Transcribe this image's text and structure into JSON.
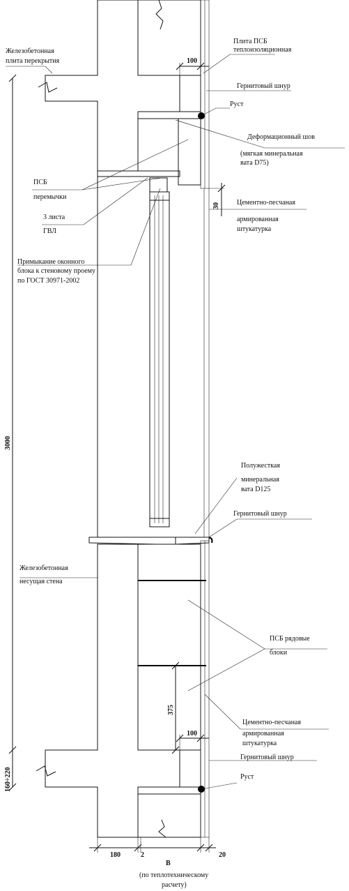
{
  "labels": {
    "rc_slab": [
      "Железобетонная",
      "плита перекрытия"
    ],
    "psb_insul": [
      "Плита ПСБ",
      "теплоизоляционная"
    ],
    "granite_cord_top": "Гернитовый шнур",
    "rust_top": "Руст",
    "deform_joint": [
      "Деформационный шов",
      "(мягкая минеральная",
      "вата D75)"
    ],
    "psb_lintel": [
      "ПСБ",
      "перемычки"
    ],
    "gvl": [
      "3 листа",
      "ГВЛ"
    ],
    "plaster_top": [
      "Цементно-песчаная",
      "армированная",
      "штукатурка"
    ],
    "window_junction": [
      "Примыкание оконного",
      "блока к стеновому проему",
      "по ГОСТ 30971-2002"
    ],
    "semi_rigid": [
      "Полужесткая",
      "минеральная",
      "вата D125"
    ],
    "granite_cord_mid": "Гернитовый шнур",
    "rc_wall": [
      "Железобетонная",
      "несущая стена"
    ],
    "psb_blocks": [
      "ПСБ рядовые",
      "блоки"
    ],
    "plaster_bottom": [
      "Цементно-песчаная",
      "армированная",
      "штукатурка"
    ],
    "granite_cord_bot": "Гернитовый шнур",
    "rust_bot": "Руст"
  },
  "dims": {
    "top_100": "100",
    "d30": "30",
    "h3000": "3000",
    "d375": "375",
    "bot_100": "100",
    "d160": "160÷220",
    "d180": "180",
    "d2": "2",
    "dB": "В",
    "d20": "20",
    "calc_note": [
      "(по теплотехническому",
      "расчету)"
    ]
  }
}
